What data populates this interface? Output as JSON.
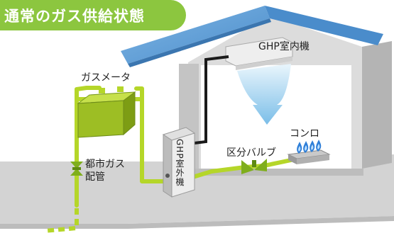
{
  "title": "通常のガス供給状態",
  "labels": {
    "gas_meter": "ガスメータ",
    "ghp_indoor": "GHP室内機",
    "ghp_outdoor": "GHP室外機",
    "section_valve": "区分バルブ",
    "stove": "コンロ",
    "city_gas_line1": "都市ガス",
    "city_gas_line2": "配管"
  },
  "colors": {
    "title_bg": "#8cc63f",
    "pipe": "#b5d629",
    "roof": "#5f9ed5",
    "wall": "#d4d4d4",
    "flame": "#2f7fd8",
    "airflow": "#9fd0ef"
  }
}
